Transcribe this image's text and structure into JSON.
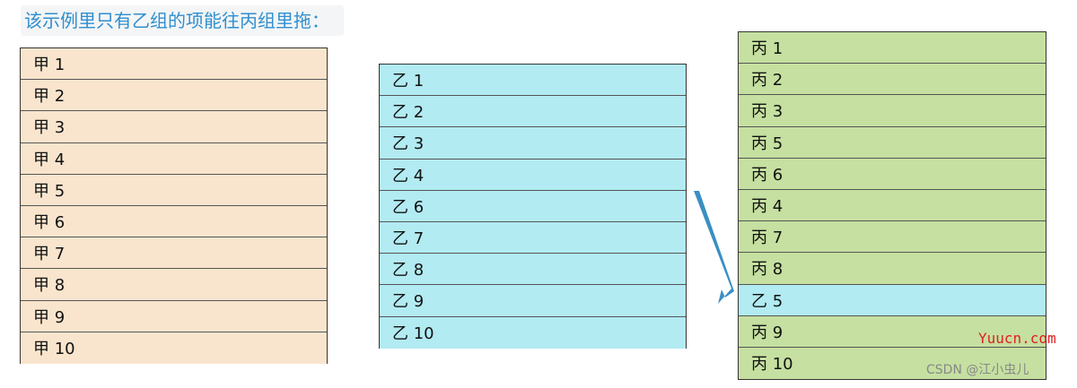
{
  "caption": "该示例里只有乙组的项能往丙组里拖：",
  "groups": {
    "jia": [
      "甲 1",
      "甲 2",
      "甲 3",
      "甲 4",
      "甲 5",
      "甲 6",
      "甲 7",
      "甲 8",
      "甲 9",
      "甲 10"
    ],
    "yi": [
      "乙 1",
      "乙 2",
      "乙 3",
      "乙 4",
      "乙 6",
      "乙 7",
      "乙 8",
      "乙 9",
      "乙 10"
    ],
    "bing": [
      "丙 1",
      "丙 2",
      "丙 3",
      "丙 5",
      "丙 6",
      "丙 4",
      "丙 7",
      "丙 8",
      "乙 5",
      "丙 9",
      "丙 10"
    ]
  },
  "moved_item": "乙 5",
  "colors": {
    "jia": "#f9e5cd",
    "yi": "#b2ebf2",
    "bing": "#c5e0a0",
    "arrow": "#3a8fc4"
  },
  "watermarks": {
    "site": "Yuucn.com",
    "author": "CSDN @江小虫儿"
  }
}
